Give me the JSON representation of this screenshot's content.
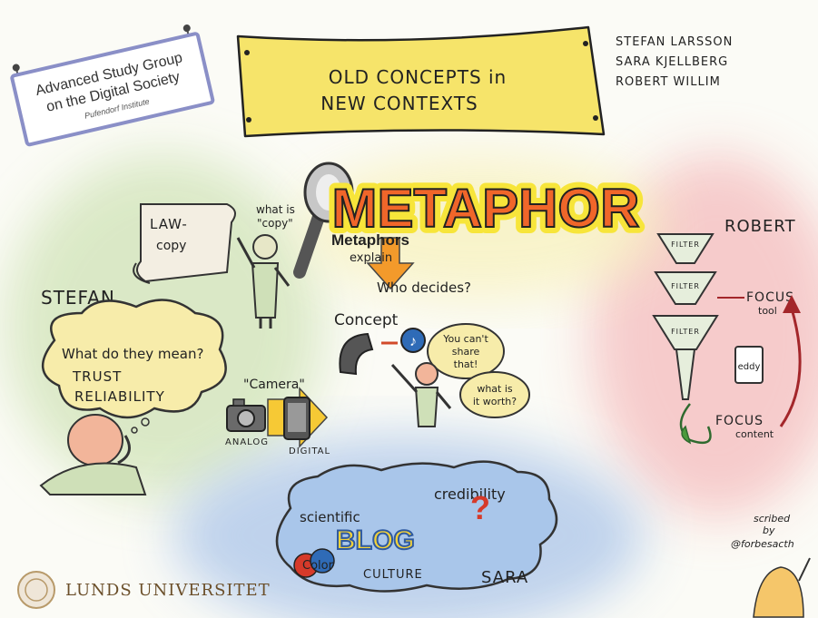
{
  "group_sign": {
    "line1": "Advanced Study Group",
    "line2": "on the Digital Society",
    "line3": "Pufendorf Institute"
  },
  "banner": {
    "line1": "OLD CONCEPTS in",
    "line2": "NEW CONTEXTS"
  },
  "authors": [
    "STEFAN LARSSON",
    "SARA KJELLBERG",
    "ROBERT WILLIM"
  ],
  "center": {
    "metaphor_title": "METAPHOR",
    "metaphors_label": "Metaphors",
    "explain_label": "explain",
    "who_decides": "Who decides?",
    "concept_label": "Concept",
    "you_cant_share_1": "You can't",
    "you_cant_share_2": "share",
    "you_cant_share_3": "that!",
    "what_worth_1": "what is",
    "what_worth_2": "it worth?"
  },
  "stefan": {
    "name": "STEFAN",
    "law_label": "LAW-",
    "copy_label": "copy",
    "what_is_copy_1": "what is",
    "what_is_copy_2": "\"copy\"",
    "thought_1": "What do they mean?",
    "thought_2": "TRUST",
    "thought_3": "RELIABILITY",
    "camera_label": "\"Camera\"",
    "analog_label": "ANALOG",
    "digital_label": "DIGITAL"
  },
  "robert": {
    "name": "ROBERT",
    "filter_label": "FILTER",
    "focus_tool_1": "FOCUS",
    "focus_tool_2": "tool",
    "focus_content_1": "FOCUS",
    "focus_content_2": "content",
    "ebook_label": "eddy"
  },
  "sara": {
    "name": "SARA",
    "scientific": "scientific",
    "credibility": "credibility",
    "blog": "BLOG",
    "color": "Color",
    "culture": "CULTURE"
  },
  "credit": {
    "line1": "scribed",
    "line2": "by",
    "line3": "@forbesacth"
  },
  "logo": {
    "name": "LUNDS UNIVERSITET"
  },
  "colors": {
    "banner_yellow": "#f6e46a",
    "metaphor_orange": "#f0662a",
    "metaphor_glow": "#f7e53a",
    "stefan_wash": "#d9e8c4",
    "robert_wash": "#f6c9c9",
    "sara_wash": "#bcd0ec",
    "cloud_blue": "#a9c6ea",
    "arrow_red": "#a3262a"
  }
}
